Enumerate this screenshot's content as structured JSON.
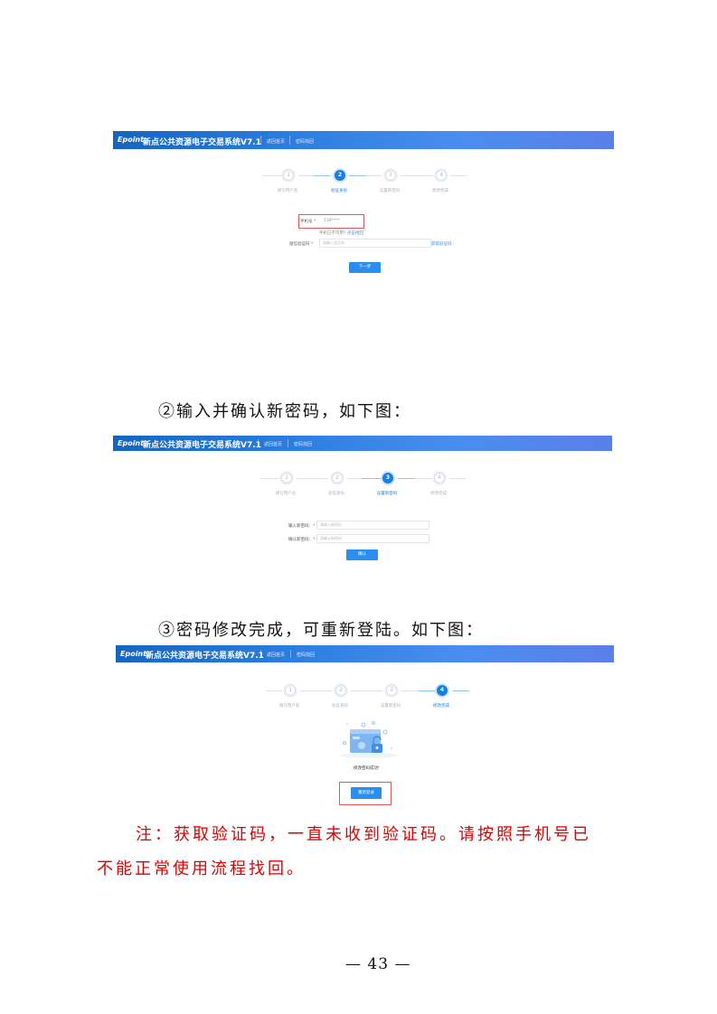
{
  "app": {
    "logo": "Epoint",
    "title": "新点公共资源电子交易系统V7.1",
    "nav": [
      "返回首页",
      "密码找回"
    ]
  },
  "steps": [
    "填写用户名",
    "验证身份",
    "设置新密码",
    "修改完成"
  ],
  "step_numbers": [
    "1",
    "2",
    "3",
    "4"
  ],
  "screen1": {
    "phone_label": "手机号",
    "phone_value": "138****",
    "hint": "手机已不可用?",
    "hint_link": "点击找回",
    "sms_label": "短信验证码",
    "sms_placeholder": "请输入验证码",
    "get_code": "获取验证码",
    "next": "下一步"
  },
  "caption2": "②输入并确认新密码，如下图：",
  "screen2": {
    "new_label": "输入新密码：",
    "new_placeholder": "请输入新密码",
    "confirm_label": "确认新密码：",
    "confirm_placeholder": "请确认新密码",
    "confirm_btn": "确认"
  },
  "caption3": "③密码修改完成，可重新登陆。如下图：",
  "screen3": {
    "success": "修改密码成功!",
    "relogin": "重新登录"
  },
  "note_line1": "注：获取验证码，一直未收到验证码。请按照手机号已",
  "note_line2": "不能正常使用流程找回。",
  "page_number": "— 43 —"
}
